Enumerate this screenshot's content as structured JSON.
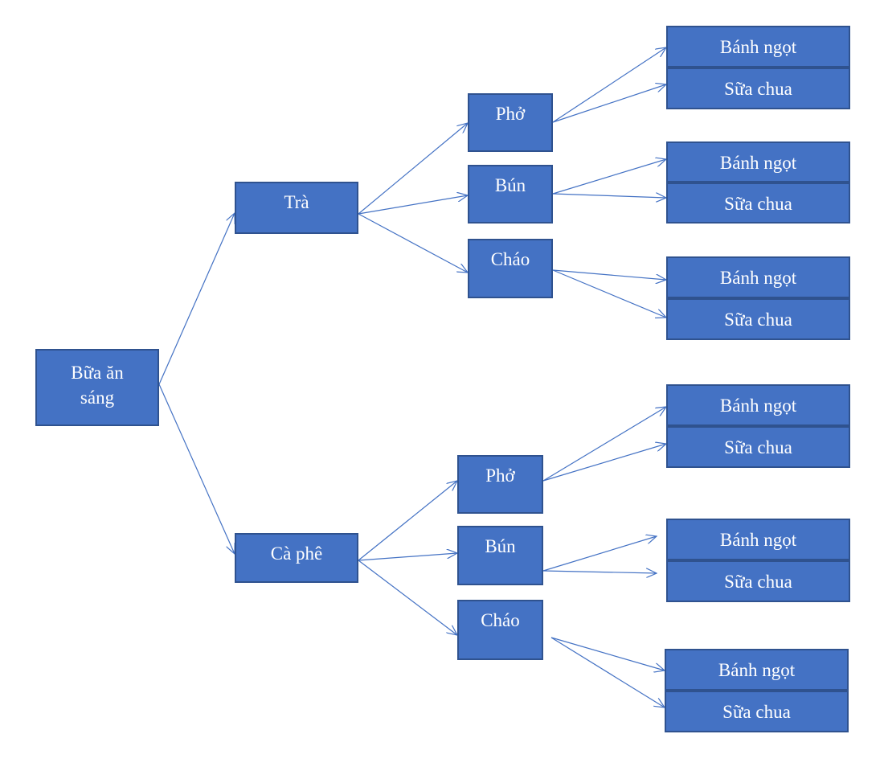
{
  "diagram": {
    "line_color": "#4472C4",
    "node_fill": "#4472C4",
    "node_border": "#2F528F",
    "node_text_color": "#FFFFFF",
    "root": {
      "label_line1": "Bữa ăn",
      "label_line2": "sáng"
    },
    "level1": [
      {
        "label": "Trà"
      },
      {
        "label": "Cà phê"
      }
    ],
    "level2": [
      {
        "label": "Phở"
      },
      {
        "label": "Bún"
      },
      {
        "label": "Cháo"
      },
      {
        "label": "Phở"
      },
      {
        "label": "Bún"
      },
      {
        "label": "Cháo"
      }
    ],
    "level3": [
      {
        "top": "Bánh ngọt",
        "bottom": "Sữa chua"
      },
      {
        "top": "Bánh ngọt",
        "bottom": "Sữa chua"
      },
      {
        "top": "Bánh ngọt",
        "bottom": "Sữa chua"
      },
      {
        "top": "Bánh ngọt",
        "bottom": "Sữa chua"
      },
      {
        "top": "Bánh ngọt",
        "bottom": "Sữa chua"
      },
      {
        "top": "Bánh ngọt",
        "bottom": "Sữa chua"
      }
    ]
  }
}
